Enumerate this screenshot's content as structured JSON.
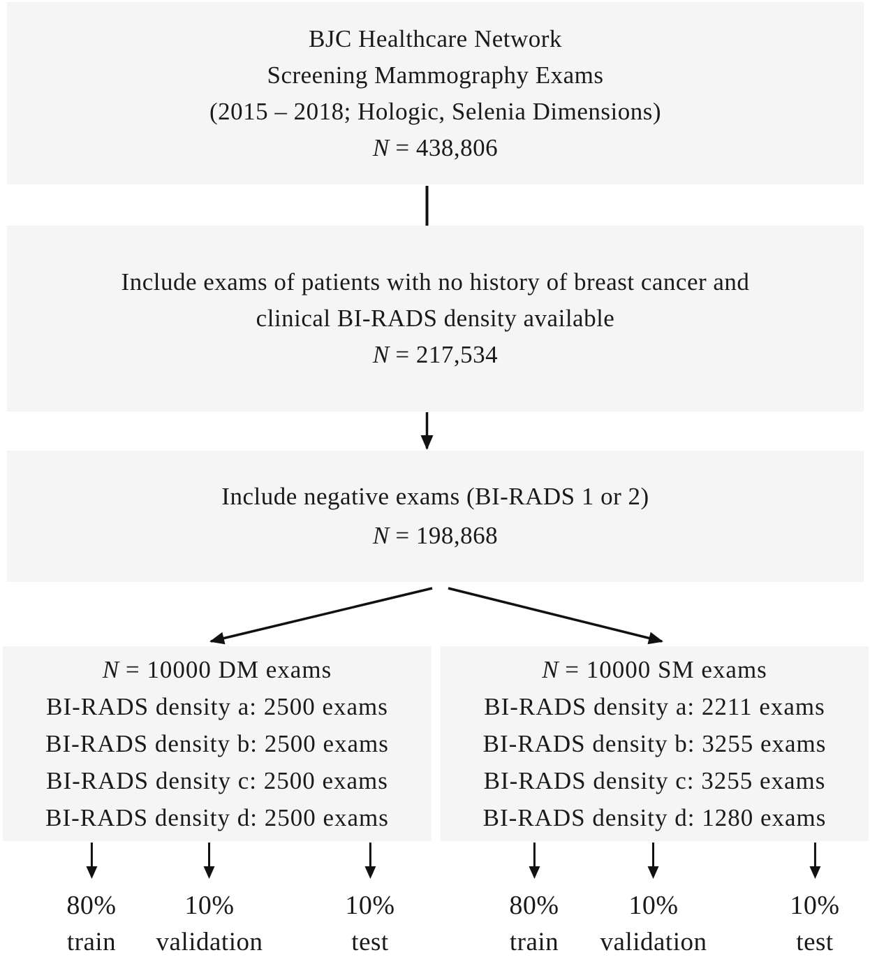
{
  "palette": {
    "box_background": "#f5f5f6",
    "line_color": "#111111",
    "text_color": "#1a1a1a",
    "page_background": "#ffffff"
  },
  "boxes": {
    "source": {
      "lines": [
        "BJC Healthcare Network",
        "Screening Mammography Exams",
        "(2015 – 2018; Hologic, Selenia Dimensions)"
      ],
      "n_symbol": "N",
      "n_value": "= 438,806"
    },
    "inclusion_history": {
      "lines": [
        "Include exams of patients with no history of breast cancer and",
        "clinical BI-RADS density available"
      ],
      "n_symbol": "N",
      "n_value": "= 217,534"
    },
    "inclusion_negative": {
      "lines": [
        "Include negative exams (BI-RADS 1 or 2)"
      ],
      "n_symbol": "N",
      "n_value": "= 198,868"
    },
    "dm_cohort": {
      "n_symbol": "N",
      "title_rest": "= 10000 DM exams",
      "rows": [
        "BI-RADS density a: 2500 exams",
        "BI-RADS density b: 2500 exams",
        "BI-RADS density c: 2500 exams",
        "BI-RADS density d: 2500 exams"
      ]
    },
    "sm_cohort": {
      "n_symbol": "N",
      "title_rest": "= 10000 SM exams",
      "rows": [
        "BI-RADS density a: 2211 exams",
        "BI-RADS density b: 3255 exams",
        "BI-RADS density c: 3255 exams",
        "BI-RADS density d: 1280 exams"
      ]
    }
  },
  "splits": {
    "dm": [
      {
        "pct": "80%",
        "label": "train"
      },
      {
        "pct": "10%",
        "label": "validation"
      },
      {
        "pct": "10%",
        "label": "test"
      }
    ],
    "sm": [
      {
        "pct": "80%",
        "label": "train"
      },
      {
        "pct": "10%",
        "label": "validation"
      },
      {
        "pct": "10%",
        "label": "test"
      }
    ]
  }
}
